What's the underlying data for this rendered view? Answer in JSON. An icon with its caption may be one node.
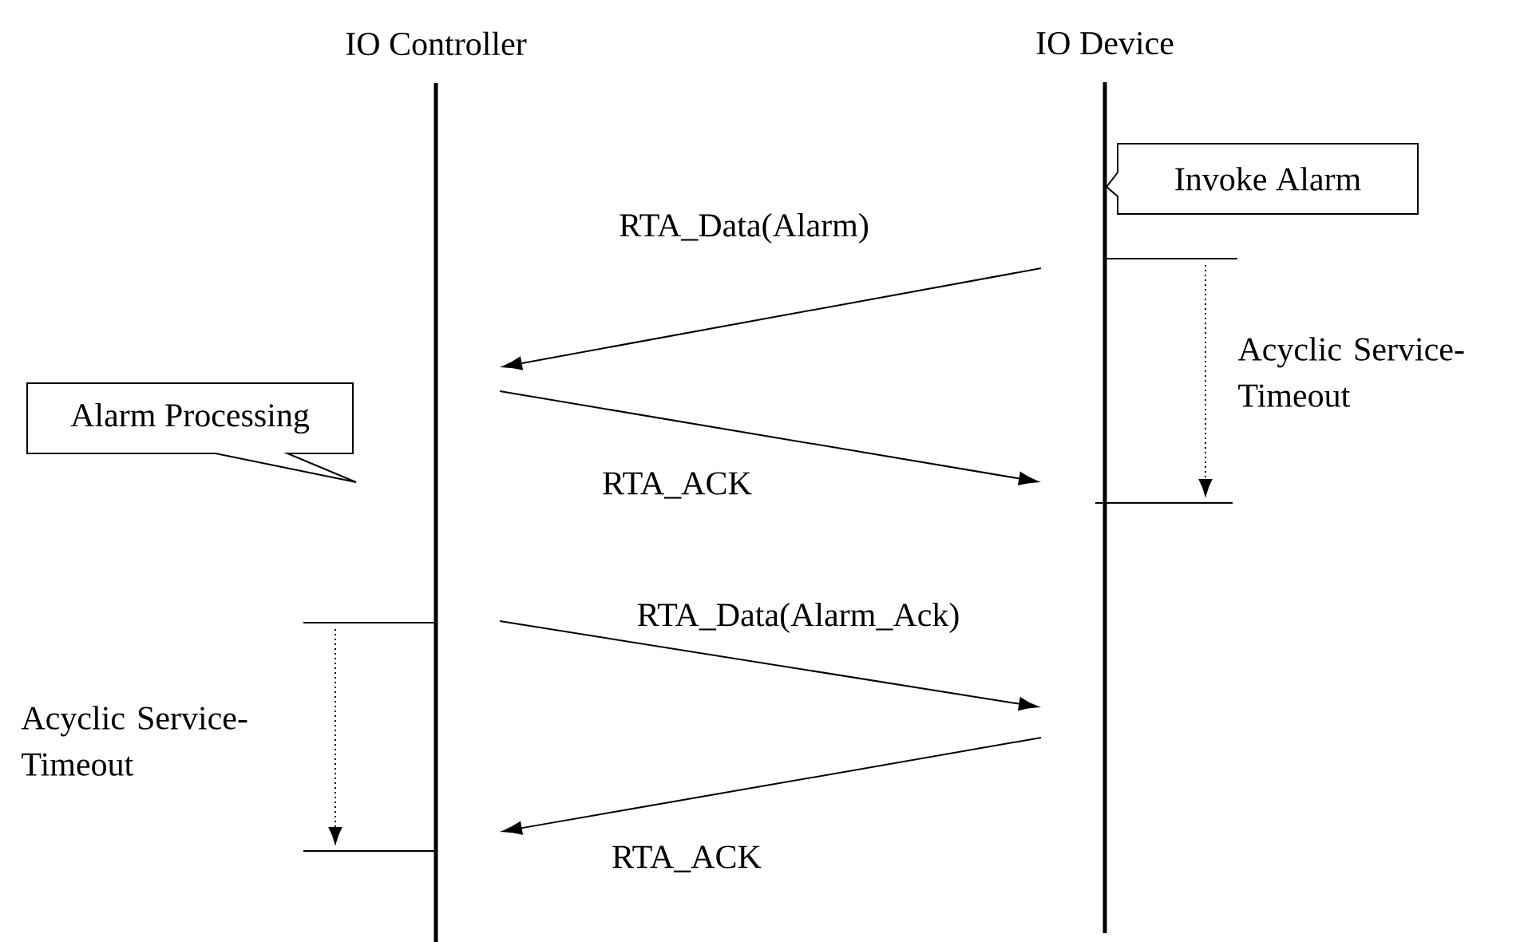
{
  "diagram": {
    "nodes": [
      {
        "text": [
          "IO Controller"
        ]
      },
      {
        "text": [
          "IO Device"
        ]
      },
      {
        "text": [
          "Alarm Processing"
        ]
      },
      {
        "text": [
          "Invoke Alarm"
        ]
      }
    ],
    "edges": [
      {
        "from": 1,
        "to": 0,
        "arrow": "to",
        "label": "RTA_Data(Alarm)"
      },
      {
        "from": 0,
        "to": 1,
        "arrow": "to",
        "label": "RTA_ACK"
      },
      {
        "from": 0,
        "to": 1,
        "arrow": "to",
        "label": "RTA_Data(Alarm_Ack)"
      },
      {
        "from": 1,
        "to": 0,
        "arrow": "to",
        "label": "RTA_ACK"
      }
    ],
    "labels": [
      "Acyclic Service-Timeout",
      "Acyclic Service-Timeout"
    ]
  }
}
